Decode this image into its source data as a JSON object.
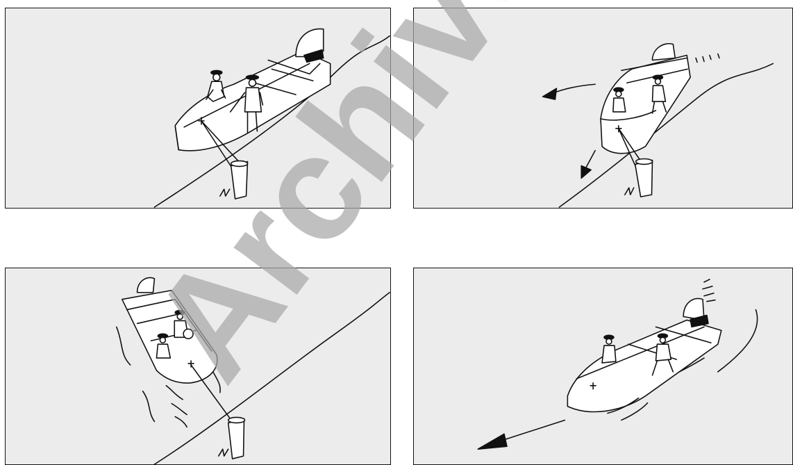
{
  "watermark": {
    "text": "Archived"
  },
  "panels": [
    {
      "id": "panel-1"
    },
    {
      "id": "panel-2"
    },
    {
      "id": "panel-3"
    },
    {
      "id": "panel-4"
    }
  ]
}
